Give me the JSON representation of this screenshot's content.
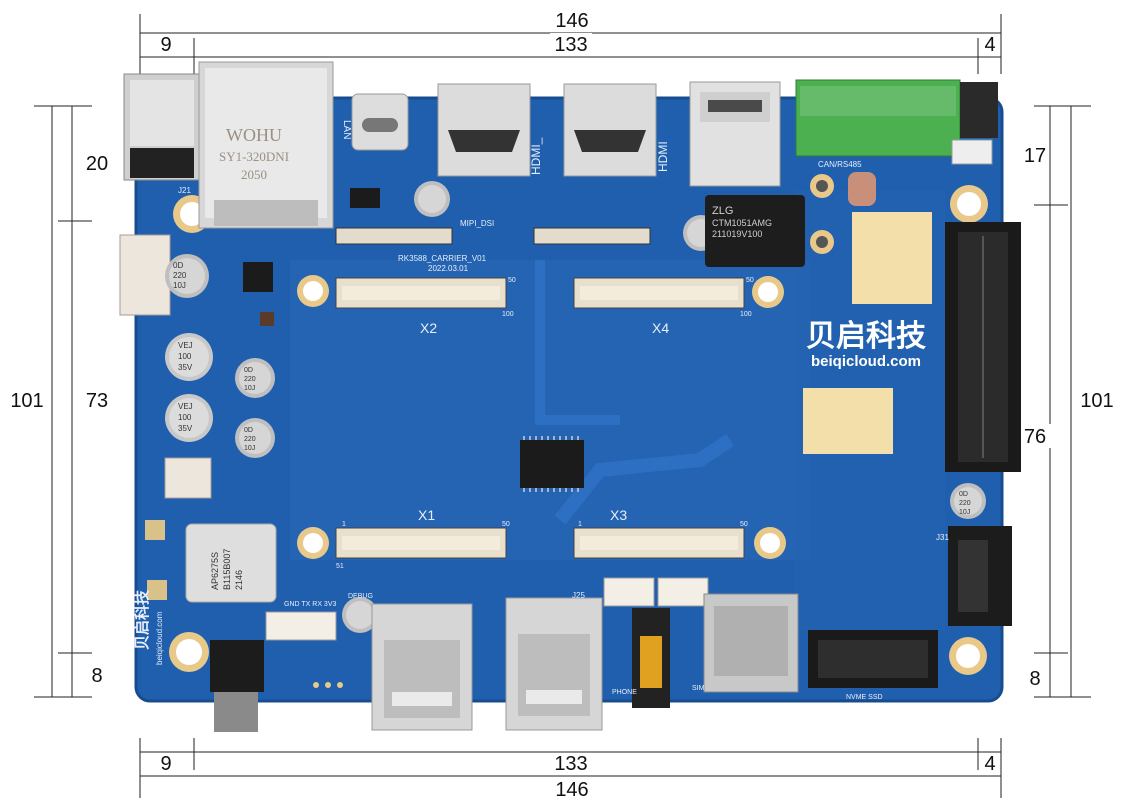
{
  "colors": {
    "pcb": "#1f5fae",
    "pcb_dark": "#174c8f",
    "dimension_line": "#222222",
    "terminal_green": "#4caf50",
    "gold": "#e9c98a"
  },
  "dimensions": {
    "top_total": "146",
    "top_left": "9",
    "top_middle": "133",
    "top_right": "4",
    "bottom_total": "146",
    "bottom_left": "9",
    "bottom_middle": "133",
    "bottom_right": "4",
    "left_total": "101",
    "left_top": "20",
    "left_middle": "73",
    "left_bottom": "8",
    "right_total": "101",
    "right_top": "17",
    "right_middle": "76",
    "right_bottom": "8"
  },
  "board": {
    "watermark_cn": "贝启科技",
    "watermark_url": "beiqicloud.com",
    "side_brand_cn": "贝启科技",
    "side_brand_url": "beiqicloud.com",
    "wohu_line1": "WOHU",
    "wohu_line2": "SY1-320DNI",
    "wohu_line3": "2050",
    "zlg_brand": "ZLG",
    "zlg_line1": "CTM1051AMG",
    "zlg_line2": "211019V100",
    "hdmi_label": "HDMI_",
    "hdmi2_label": "HDMI",
    "mipi_label": "MIPI_DSI",
    "board_name": "RK3588_CARRIER_V01",
    "board_date": "2022.03.01",
    "x1": "X1",
    "x2": "X2",
    "x3": "X3",
    "x4": "X4",
    "wifi_line1": "AP6275S",
    "wifi_line2": "B115B007",
    "wifi_line3": "2146",
    "cap_small": [
      "0D",
      "220",
      "10J"
    ],
    "cap_big": [
      "VEJ",
      "100",
      "35V"
    ],
    "debug_label": "DEBUG",
    "uart_label": "GND TX RX 3V3",
    "can_label": "CAN/RS485",
    "nvme_label": "NVME SSD",
    "phone_label": "PHONE",
    "sim_label": "SIM",
    "j21": "J21",
    "j25": "J25",
    "j31": "J31",
    "lan_label": "LAN",
    "pin50": "50",
    "pin100": "100",
    "pin1": "1",
    "pin51": "51"
  }
}
